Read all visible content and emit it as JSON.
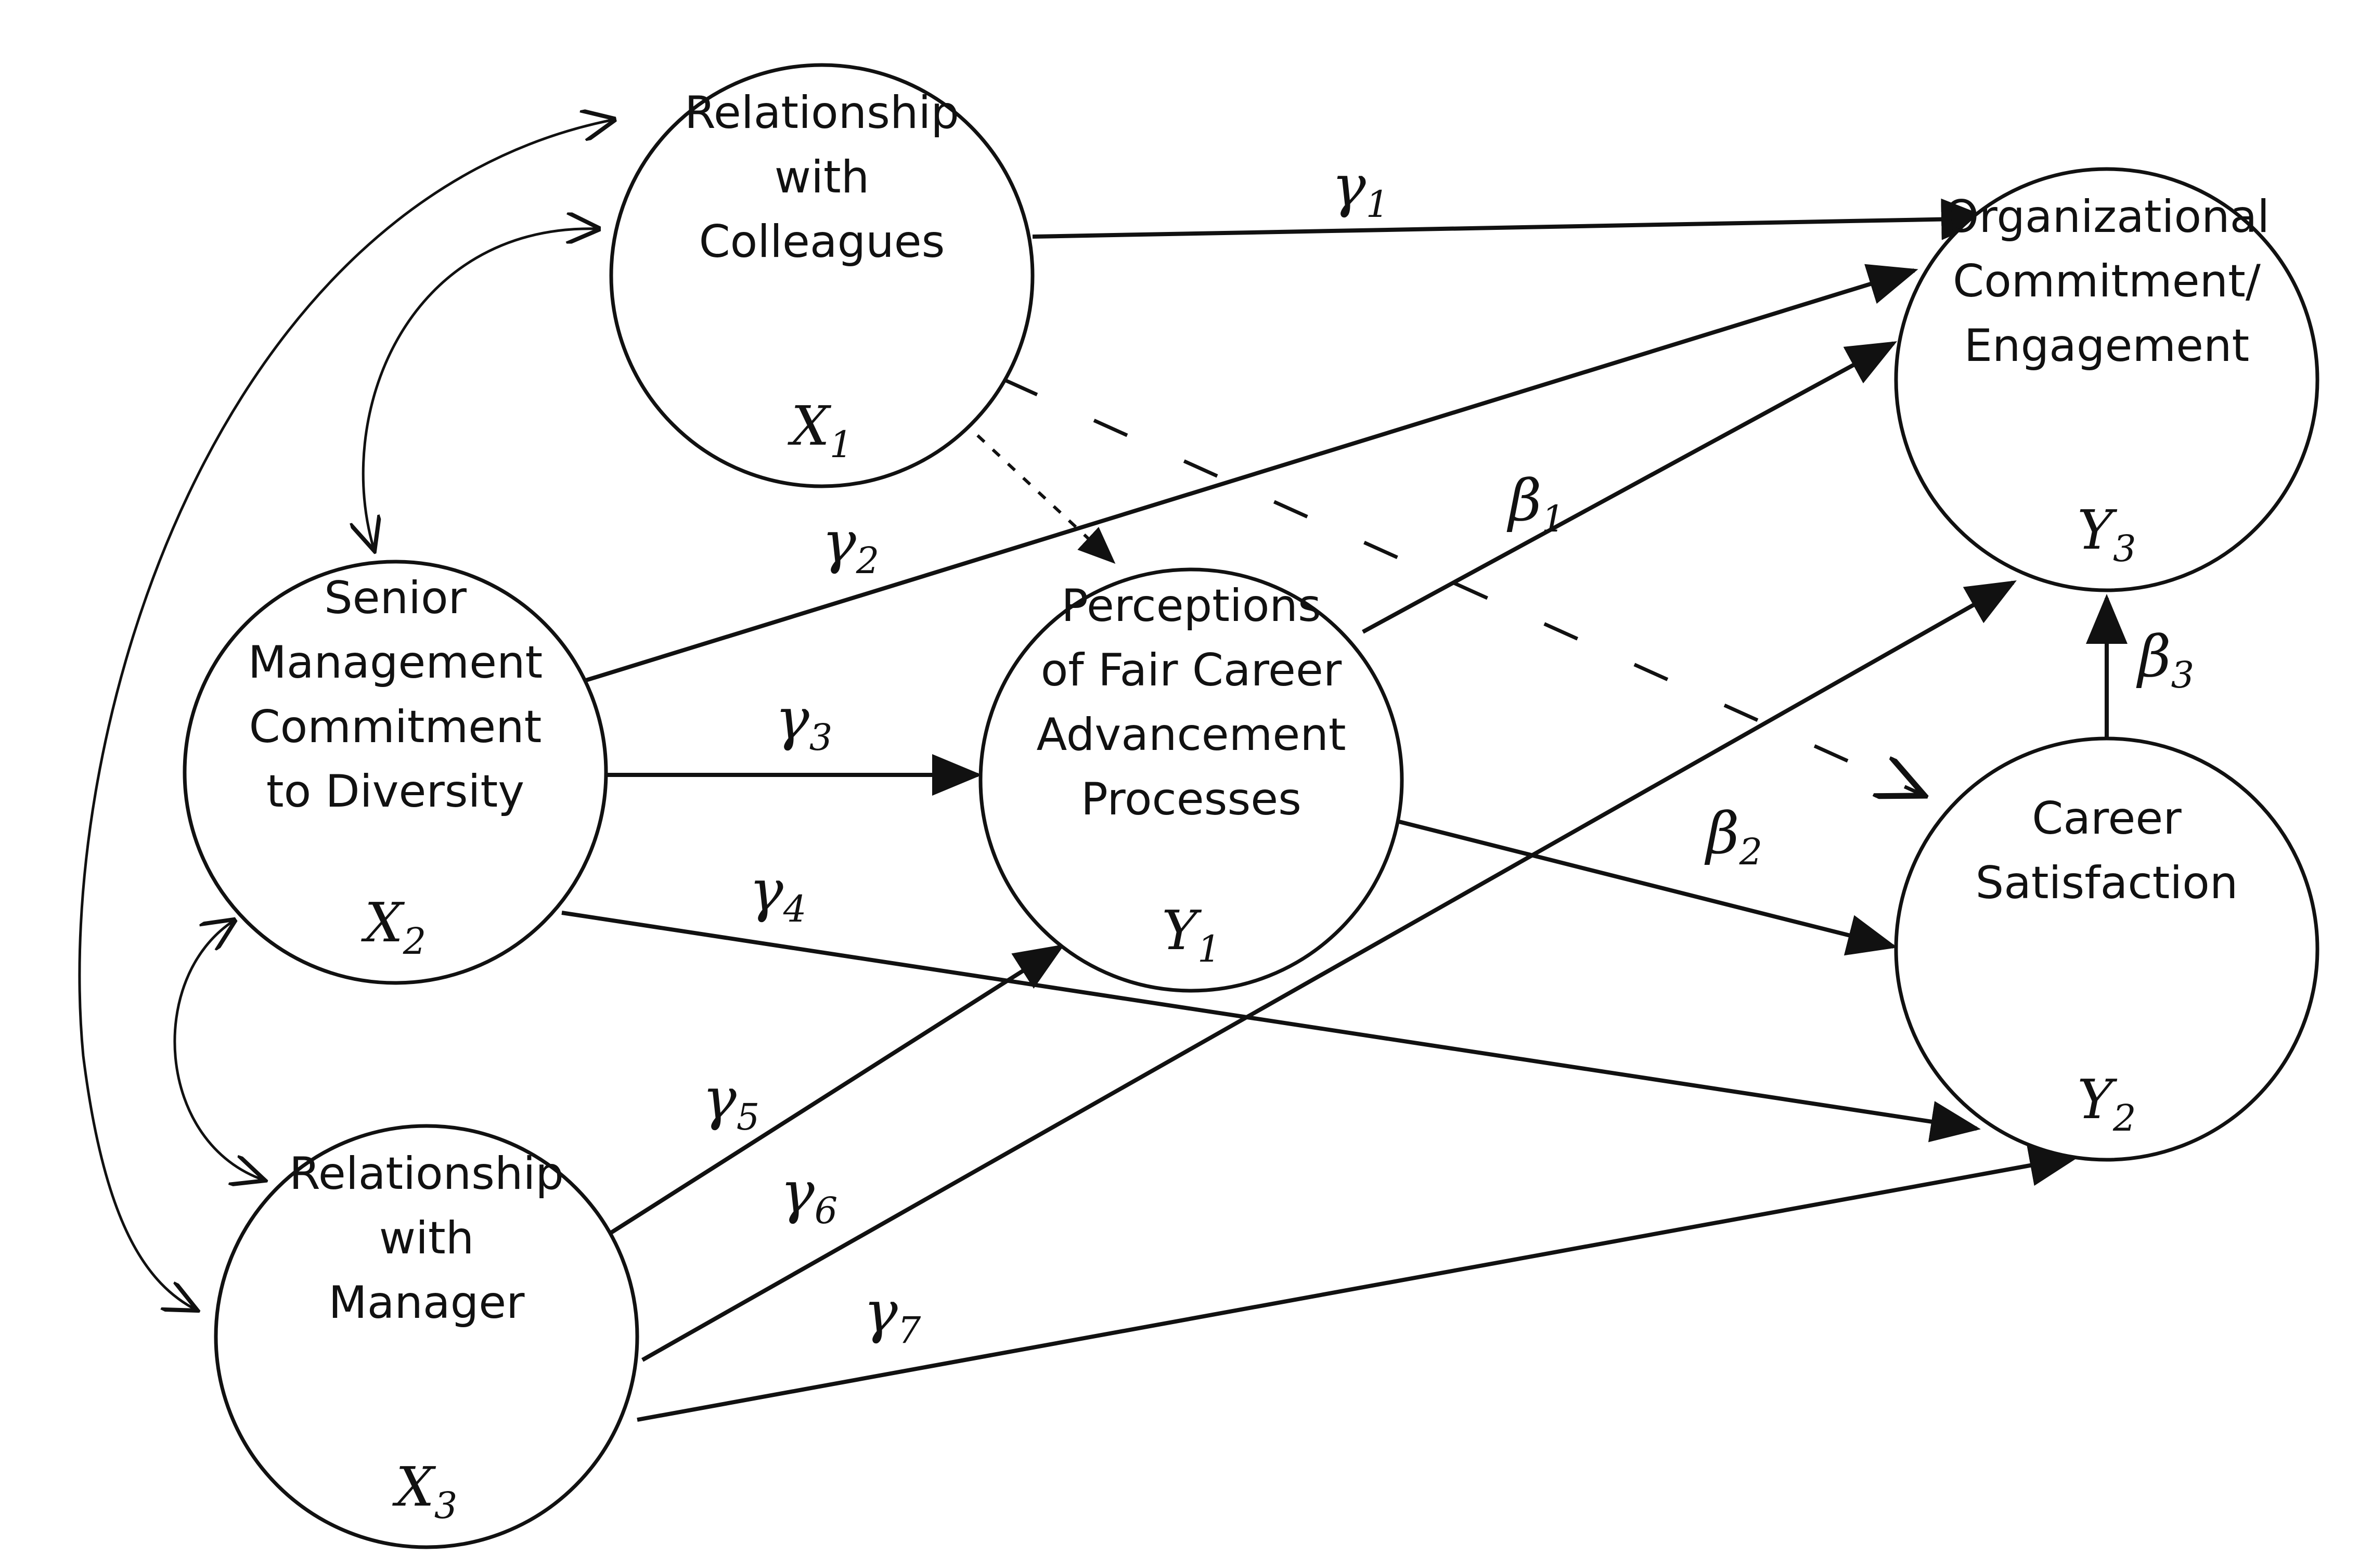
{
  "diagram": {
    "nodes": [
      {
        "id": "x1",
        "label_lines": [
          "Relationship",
          "with",
          "Colleagues"
        ],
        "var": "X",
        "sub": "1"
      },
      {
        "id": "x2",
        "label_lines": [
          "Senior",
          "Management",
          "Commitment",
          "to Diversity"
        ],
        "var": "X",
        "sub": "2"
      },
      {
        "id": "x3",
        "label_lines": [
          "Relationship",
          "with",
          "Manager"
        ],
        "var": "X",
        "sub": "3"
      },
      {
        "id": "y1",
        "label_lines": [
          "Perceptions",
          "of Fair Career",
          "Advancement",
          "Processes"
        ],
        "var": "Y",
        "sub": "1"
      },
      {
        "id": "y2",
        "label_lines": [
          "Career",
          "Satisfaction"
        ],
        "var": "Y",
        "sub": "2"
      },
      {
        "id": "y3",
        "label_lines": [
          "Organizational",
          "Commitment/",
          "Engagement"
        ],
        "var": "Y",
        "sub": "3"
      }
    ],
    "paths": [
      {
        "from": "x1",
        "to": "y3",
        "style": "solid",
        "coef": "γ",
        "sub": "1"
      },
      {
        "from": "x2",
        "to": "y3",
        "style": "solid",
        "coef": "γ",
        "sub": "2"
      },
      {
        "from": "x2",
        "to": "y1",
        "style": "solid",
        "coef": "γ",
        "sub": "3"
      },
      {
        "from": "x2",
        "to": "y2",
        "style": "solid",
        "coef": "γ",
        "sub": "4"
      },
      {
        "from": "x3",
        "to": "y1",
        "style": "solid",
        "coef": "γ",
        "sub": "5"
      },
      {
        "from": "x3",
        "to": "y3",
        "style": "solid",
        "coef": "γ",
        "sub": "6"
      },
      {
        "from": "x3",
        "to": "y2",
        "style": "solid",
        "coef": "γ",
        "sub": "7"
      },
      {
        "from": "y1",
        "to": "y3",
        "style": "solid",
        "coef": "β",
        "sub": "1"
      },
      {
        "from": "y1",
        "to": "y2",
        "style": "solid",
        "coef": "β",
        "sub": "2"
      },
      {
        "from": "y2",
        "to": "y3",
        "style": "solid",
        "coef": "β",
        "sub": "3"
      },
      {
        "from": "x1",
        "to": "y2",
        "style": "dashed",
        "coef": "",
        "sub": ""
      },
      {
        "from": "x1",
        "to": "y1",
        "style": "dotted",
        "coef": "",
        "sub": ""
      }
    ],
    "covariances": [
      {
        "between": [
          "x1",
          "x2"
        ]
      },
      {
        "between": [
          "x2",
          "x3"
        ]
      },
      {
        "between": [
          "x1",
          "x3"
        ]
      }
    ]
  }
}
